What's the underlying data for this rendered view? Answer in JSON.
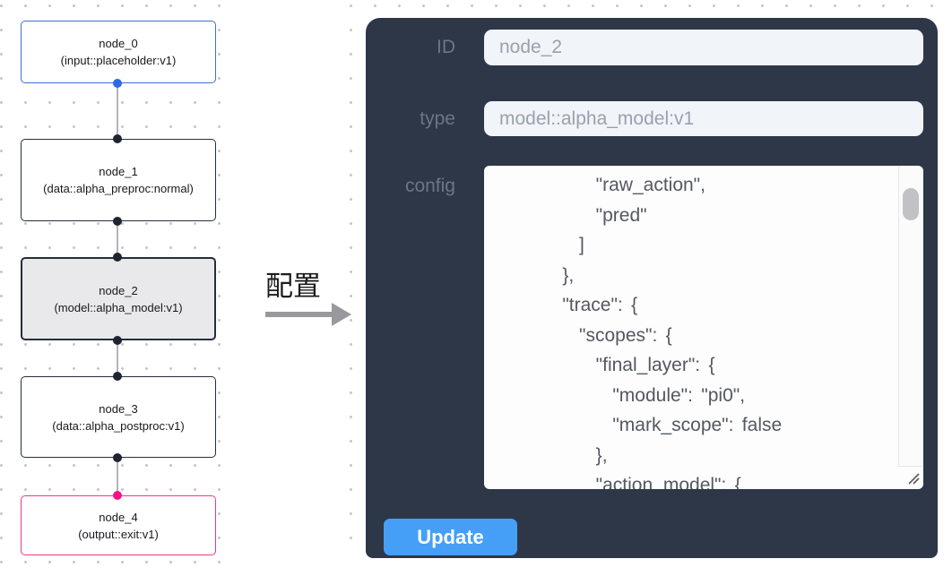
{
  "flow": {
    "nodes": [
      {
        "id": "node_0",
        "subtitle": "(input::placeholder:v1)",
        "variant": "input",
        "selected": false
      },
      {
        "id": "node_1",
        "subtitle": "(data::alpha_preproc:normal)",
        "variant": "default",
        "selected": false
      },
      {
        "id": "node_2",
        "subtitle": "(model::alpha_model:v1)",
        "variant": "default",
        "selected": true
      },
      {
        "id": "node_3",
        "subtitle": "(data::alpha_postproc:v1)",
        "variant": "default",
        "selected": false
      },
      {
        "id": "node_4",
        "subtitle": "(output::exit:v1)",
        "variant": "output",
        "selected": false
      }
    ]
  },
  "transition": {
    "label": "配置",
    "icon": "right-arrow-icon"
  },
  "panel": {
    "fields": [
      {
        "label": "ID",
        "value": "node_2"
      },
      {
        "label": "type",
        "value": "model::alpha_model:v1"
      }
    ],
    "config_label": "config",
    "config_text": "        \"raw_action\",\n        \"pred\"\n      ]\n    },\n    \"trace\": {\n      \"scopes\": {\n        \"final_layer\": {\n          \"module\": \"pi0\",\n          \"mark_scope\": false\n        },\n        \"action_model\": {",
    "update_label": "Update"
  },
  "colors": {
    "panel_bg": "#2d3748",
    "input_bg": "#f1f4f8",
    "input_text": "#9aa1ad",
    "field_label_text": "#6c7586",
    "config_text": "#54585f",
    "update_button_bg": "#459ff7",
    "update_button_text": "#ffffff",
    "node_input_border": "#3f6fd1",
    "node_input_port": "#2e6ae3",
    "node_default_border": "#262e3b",
    "node_default_port": "#1e2531",
    "node_selected_bg": "#e9e9eb",
    "node_output_border": "#e83a8c",
    "node_output_port": "#f5128c",
    "edge_line": "#b4b4ba",
    "grid_dot": "#c3c8cf"
  }
}
